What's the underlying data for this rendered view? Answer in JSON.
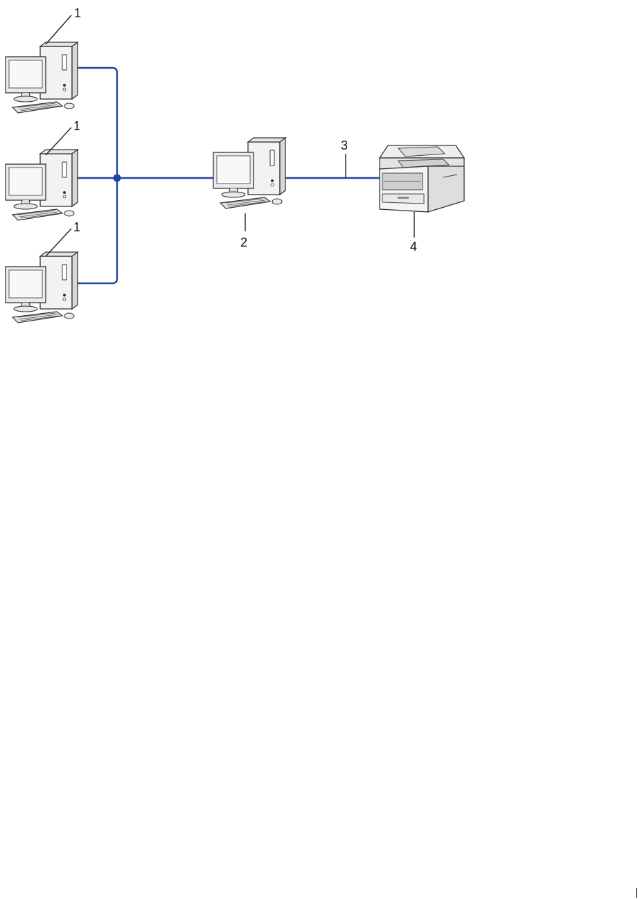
{
  "diagram": {
    "cable_color": "#1f45a3",
    "callouts": {
      "client_pc_top": "1",
      "client_pc_middle": "1",
      "client_pc_bottom": "1",
      "shared_pc": "2",
      "usb_cable": "3",
      "printer": "4"
    },
    "icons": {
      "client": "desktop-computer-icon",
      "shared": "desktop-computer-icon",
      "printer": "multifunction-printer-icon"
    }
  }
}
